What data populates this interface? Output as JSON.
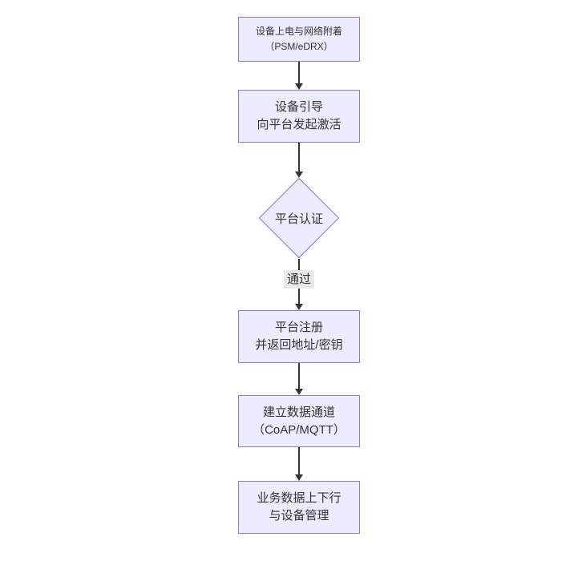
{
  "diagram": {
    "type": "flowchart",
    "direction": "top-down",
    "colors": {
      "background": "#ffffff",
      "node_fill": "#ECECFF",
      "node_border": "#9370DB",
      "edge_line": "#333333",
      "edge_label_bg": "#e8e8e8",
      "text": "#333333"
    },
    "nodes": [
      {
        "id": "power-on",
        "shape": "rect",
        "lines": [
          "设备上电与网络附着",
          "（PSM/eDRX）"
        ]
      },
      {
        "id": "bootstrap",
        "shape": "rect",
        "lines": [
          "设备引导",
          "向平台发起激活"
        ]
      },
      {
        "id": "platform-auth",
        "shape": "diamond",
        "lines": [
          "平台认证"
        ]
      },
      {
        "id": "platform-register",
        "shape": "rect",
        "lines": [
          "平台注册",
          "并返回地址/密钥"
        ]
      },
      {
        "id": "data-channel",
        "shape": "rect",
        "lines": [
          "建立数据通道",
          "（CoAP/MQTT）"
        ]
      },
      {
        "id": "business-data",
        "shape": "rect",
        "lines": [
          "业务数据上下行",
          "与设备管理"
        ]
      }
    ],
    "edges": [
      {
        "from": "power-on",
        "to": "bootstrap",
        "label": ""
      },
      {
        "from": "bootstrap",
        "to": "platform-auth",
        "label": ""
      },
      {
        "from": "platform-auth",
        "to": "platform-register",
        "label": "通过"
      },
      {
        "from": "platform-register",
        "to": "data-channel",
        "label": ""
      },
      {
        "from": "data-channel",
        "to": "business-data",
        "label": ""
      }
    ]
  }
}
